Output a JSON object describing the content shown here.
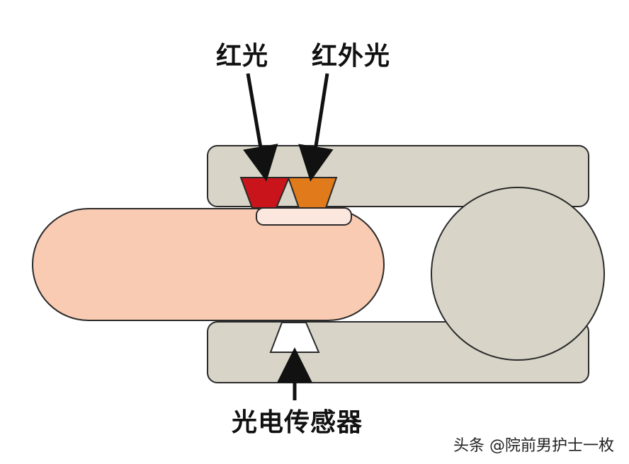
{
  "labels": {
    "red_light": "红光",
    "infrared_light": "红外光",
    "photo_sensor": "光电传感器"
  },
  "watermark": "头条 @院前男护士一枚",
  "colors": {
    "background": "#ffffff",
    "clip": "#d8d5c8",
    "clip_stroke": "#2a2a2a",
    "finger": "#f9cbb2",
    "nail": "#fbe7dd",
    "red_led": "#c8141a",
    "infrared_led": "#e07a1a",
    "sensor": "#ffffff",
    "arrow": "#111111"
  }
}
